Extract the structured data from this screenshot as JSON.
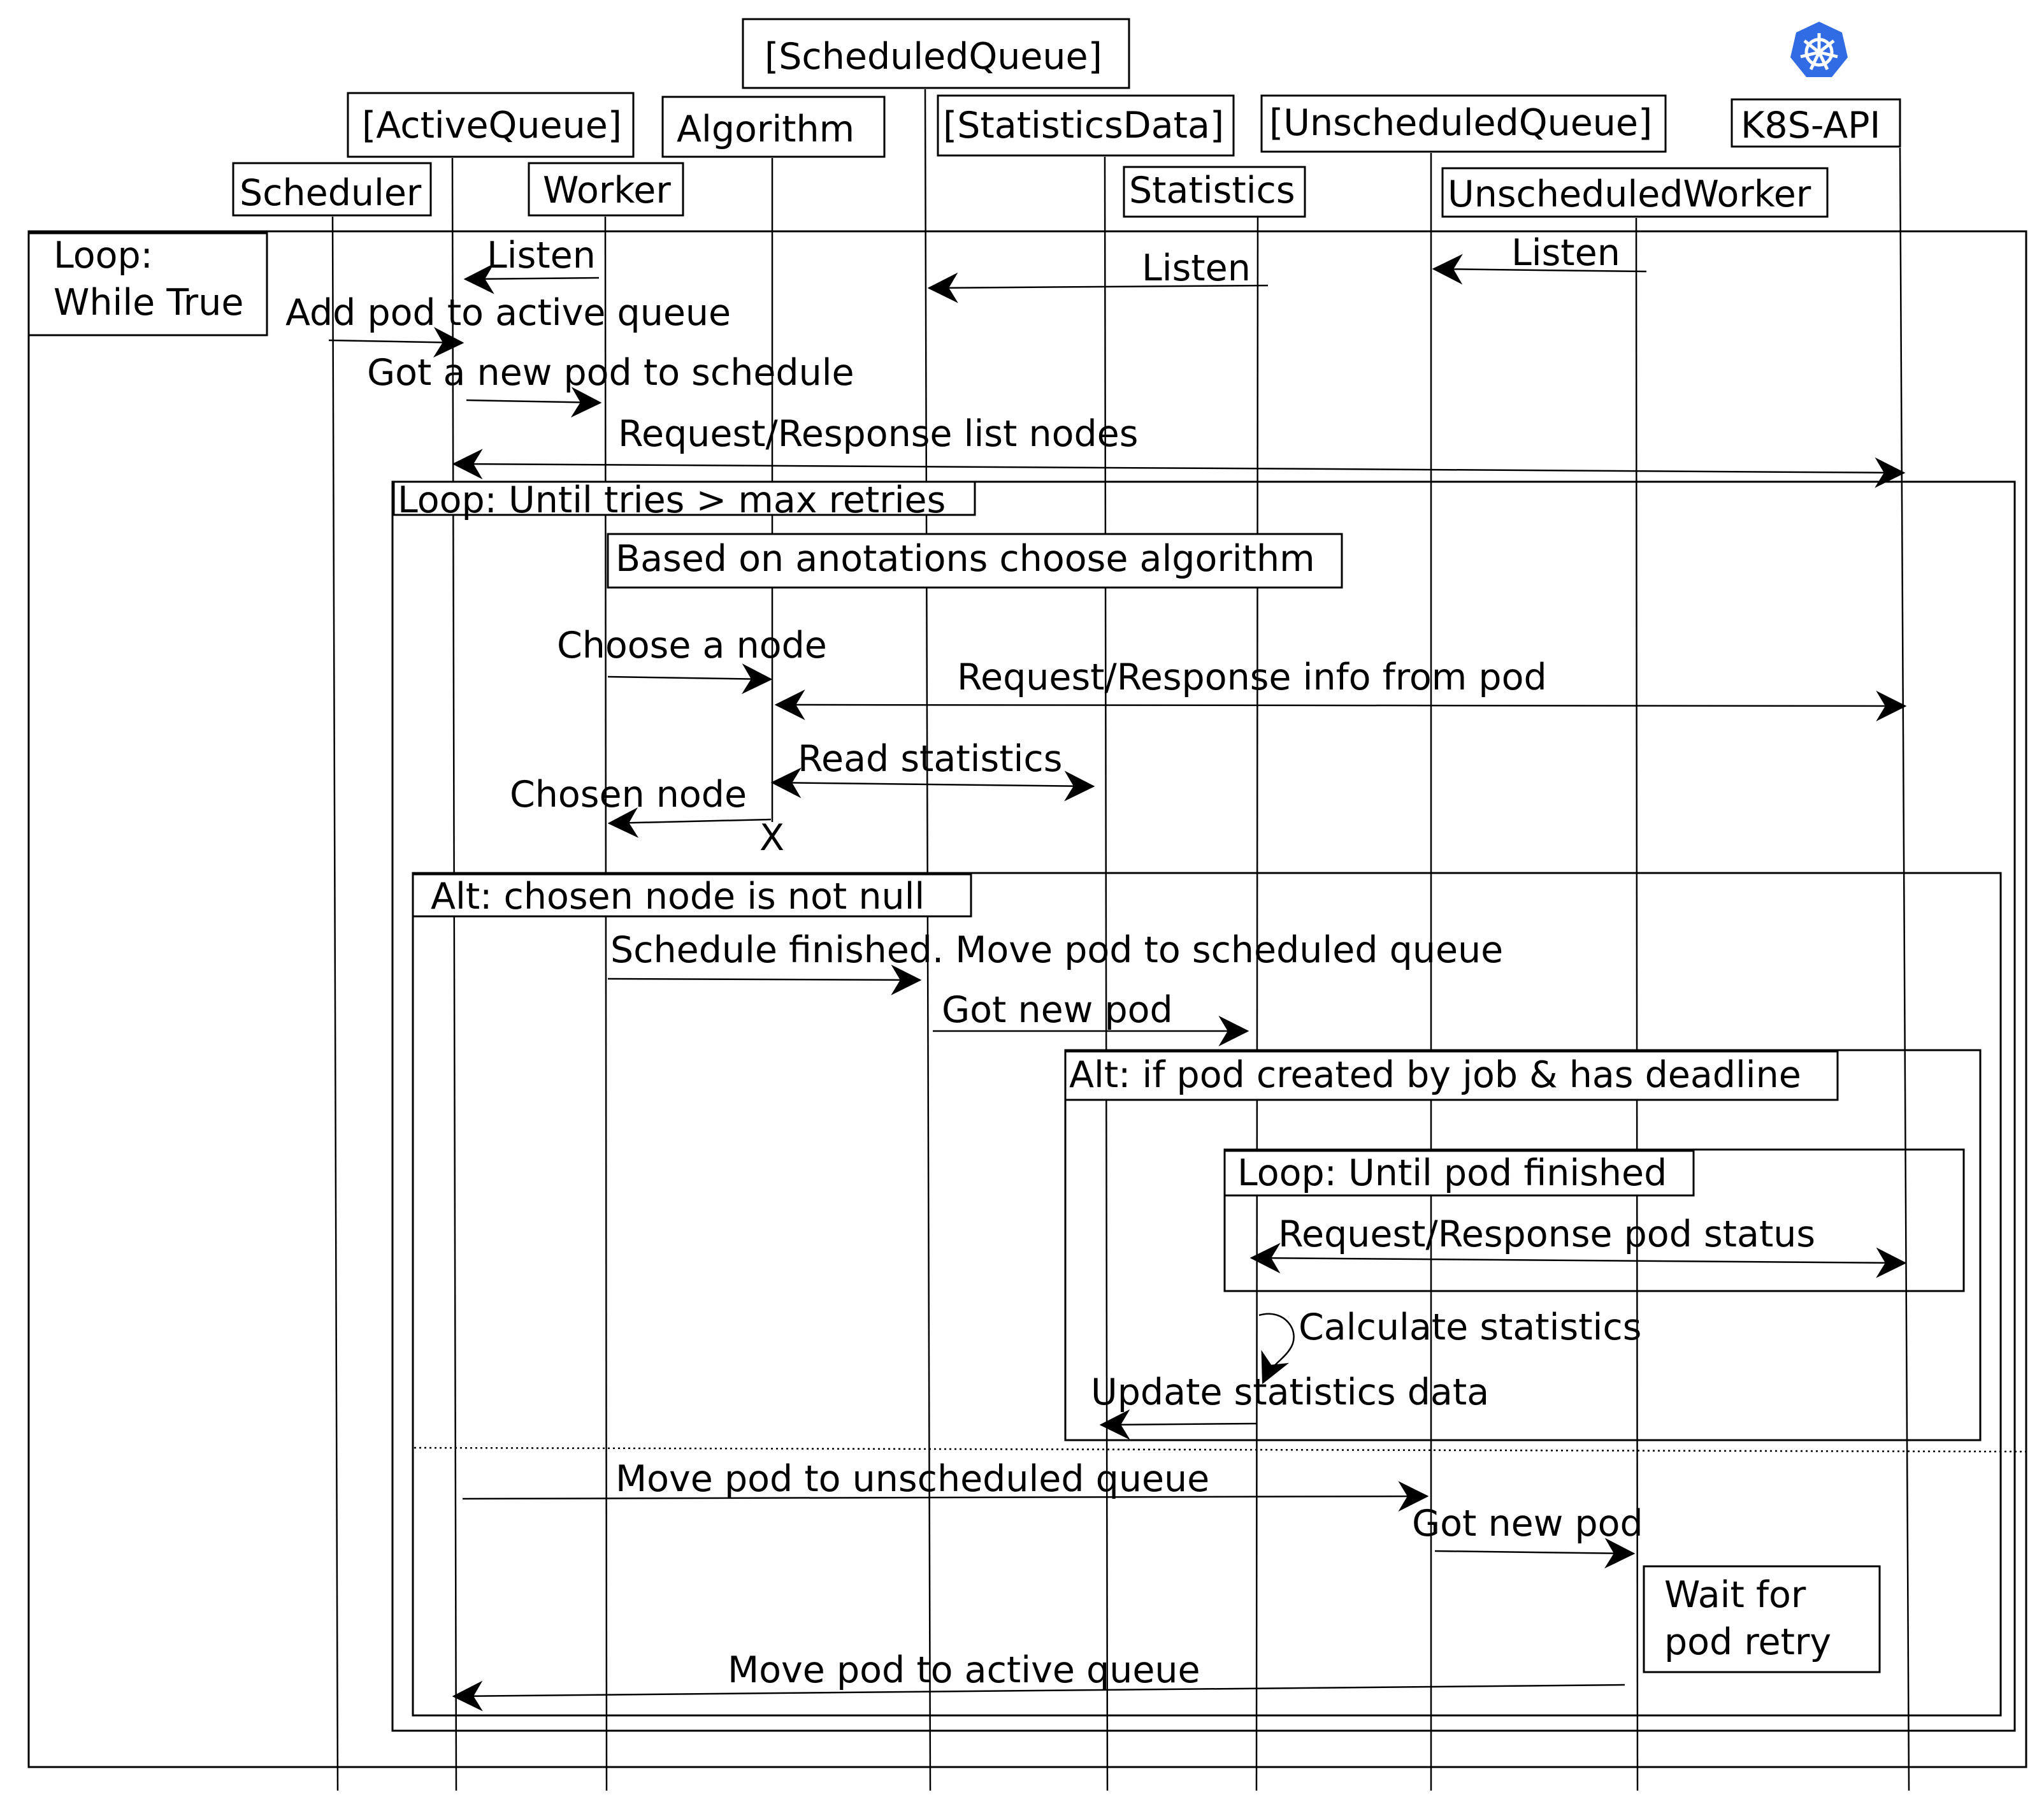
{
  "participants": {
    "scheduler": "Scheduler",
    "active_queue": "[ActiveQueue]",
    "worker": "Worker",
    "algorithm": "Algorithm",
    "scheduled_queue": "[ScheduledQueue]",
    "statistics_data": "[StatisticsData]",
    "statistics": "Statistics",
    "unscheduled_queue": "[UnscheduledQueue]",
    "unscheduled_worker": "UnscheduledWorker",
    "k8s_api": "K8S-API"
  },
  "logo": {
    "icon": "kubernetes-helm-wheel-icon",
    "color": "#326CE5"
  },
  "frames": {
    "outer_loop_line1": "Loop:",
    "outer_loop_line2": "While True",
    "retry_loop": "Loop: Until tries > max retries",
    "alt_chosen": "Alt: chosen node is not null",
    "alt_job": "Alt: if pod created by job & has deadline",
    "loop_finished": "Loop: Until pod finished"
  },
  "messages": {
    "listen_active": "Listen",
    "listen_scheduled": "Listen",
    "listen_unscheduled": "Listen",
    "add_pod": "Add pod to active queue",
    "got_new_pod_schedule": "Got a new pod to schedule",
    "list_nodes": "Request/Response list nodes",
    "choose_a_node": "Choose a node",
    "info_from_pod": "Request/Response info from pod",
    "read_statistics": "Read statistics",
    "chosen_node": "Chosen node",
    "destroy_marker": "X",
    "schedule_finished": "Schedule finished. Move pod to scheduled queue",
    "got_new_pod_stats": "Got new pod",
    "pod_status": "Request/Response pod status",
    "calculate_statistics": "Calculate statistics",
    "update_statistics": "Update statistics data",
    "move_unscheduled": "Move pod to unscheduled queue",
    "got_new_pod_unscheduled": "Got new pod",
    "move_active": "Move pod to active queue"
  },
  "notes": {
    "algorithm_choice": "Based on anotations choose algorithm",
    "wait_line1": "Wait for",
    "wait_line2": "pod retry"
  }
}
